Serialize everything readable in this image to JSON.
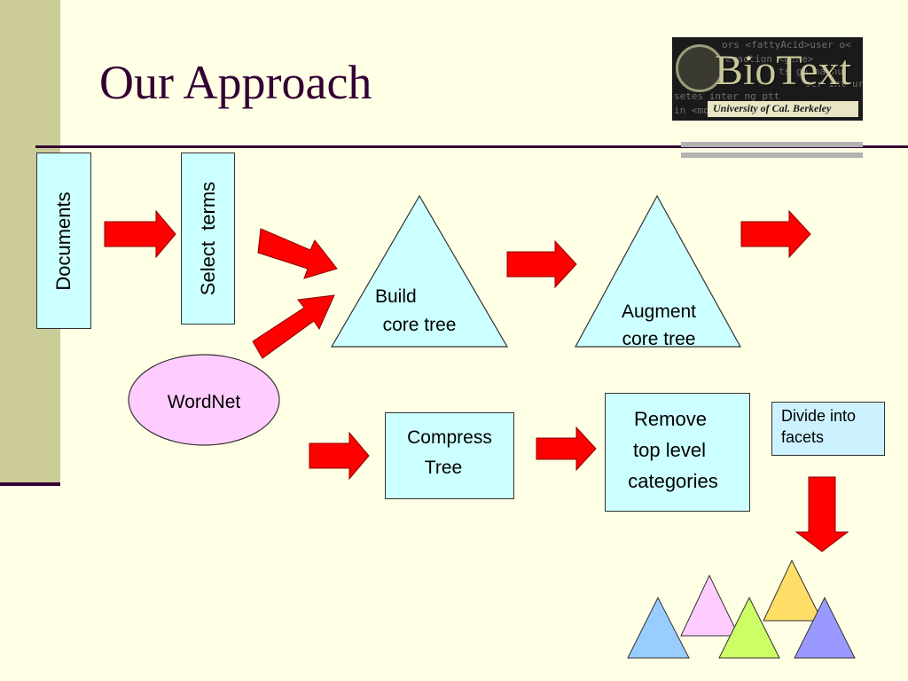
{
  "slide": {
    "title": "Our Approach"
  },
  "logo": {
    "word": "BioText",
    "subtitle": "University of Cal. Berkeley",
    "code_lines": [
      "ors <fattyAcid>user o<",
      "eraction   <gene>",
      "ts  ga   na  nu",
      "ser  int   ura",
      "setes  inter  ng ptt",
      "in  <molecule>"
    ]
  },
  "nodes": {
    "documents": "Documents",
    "select_terms": "Select  terms",
    "build_tree_line1": "Build",
    "build_tree_line2": "core tree",
    "augment_tree_line1": "Augment",
    "augment_tree_line2": "core tree",
    "wordnet": "WordNet",
    "compress_line1": "Compress",
    "compress_line2": "Tree",
    "remove_line1": "Remove",
    "remove_line2": "top level",
    "remove_line3": "categories",
    "divide_line1": "Divide into",
    "divide_line2": "facets"
  },
  "colors": {
    "background": "#FFFFE5",
    "sidebar": "#CCCC99",
    "title": "#330033",
    "box_fill": "#CCFFFF",
    "arrow": "#FF0000",
    "wordnet_fill": "#FFCCFF",
    "facet_fill": "#CCF2FF",
    "facet_blue": "#99CCFF",
    "facet_pink": "#FFCCFF",
    "facet_green": "#CCFF66",
    "facet_yellow": "#FFDD66",
    "facet_purple": "#9999FF"
  }
}
